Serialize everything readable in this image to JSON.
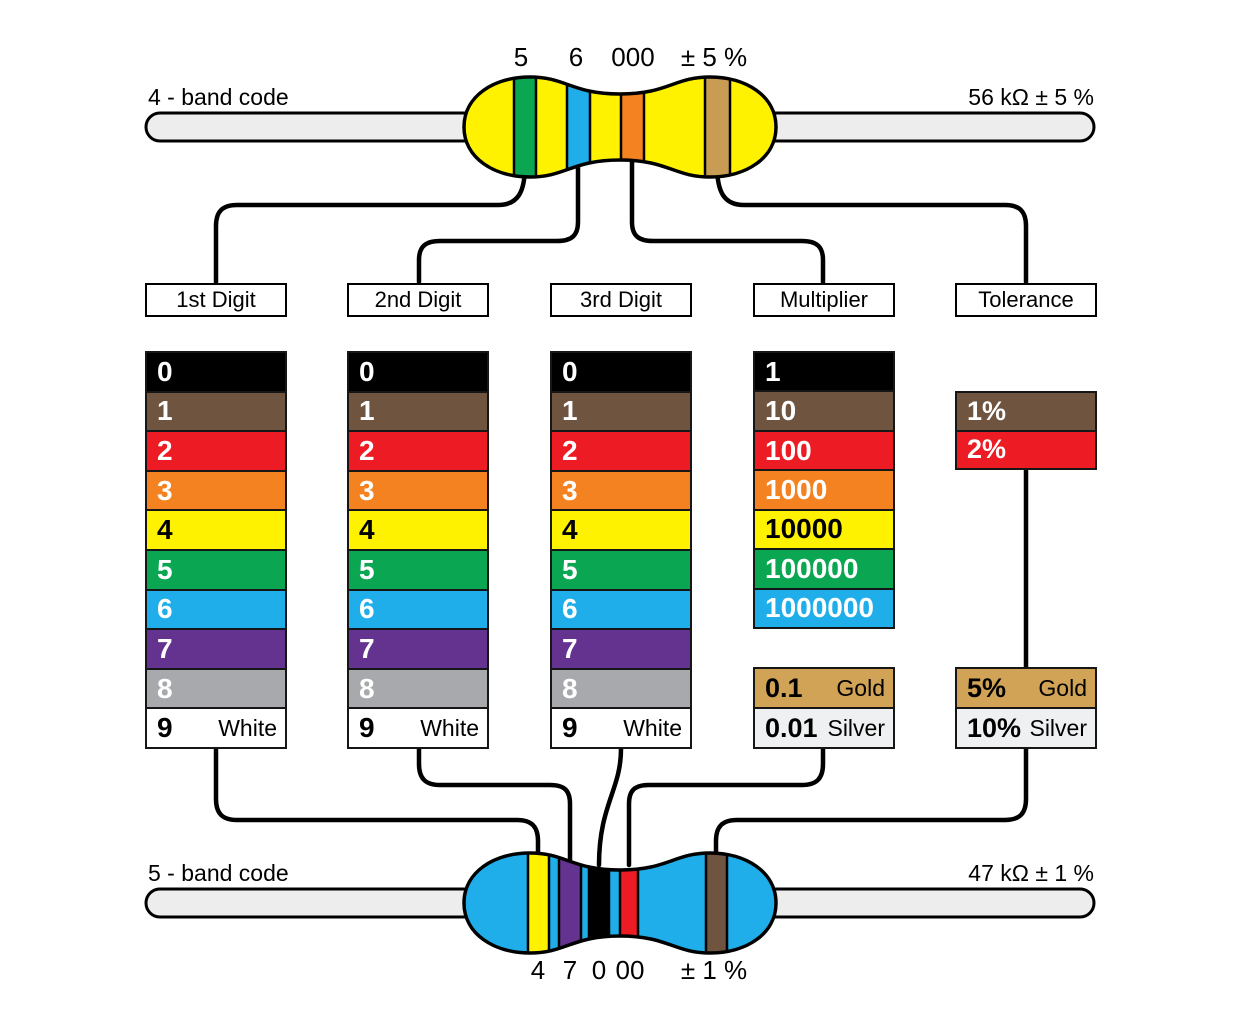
{
  "top_resistor": {
    "left_label": "4 - band code",
    "right_label": "56 kΩ ± 5 %",
    "band_labels": [
      "5",
      "6",
      "000",
      "± 5 %"
    ],
    "body_color": "#FFF200",
    "lead_color": "#EDEDEE",
    "bands": [
      {
        "name": "green",
        "color": "#0AA651"
      },
      {
        "name": "blue",
        "color": "#1FAEE9"
      },
      {
        "name": "orange",
        "color": "#F58220"
      },
      {
        "name": "gold",
        "color": "#C89C52"
      }
    ]
  },
  "bottom_resistor": {
    "left_label": "5 - band code",
    "right_label": "47 kΩ ± 1 %",
    "band_labels": [
      "4",
      "7",
      "0",
      "00",
      "± 1 %"
    ],
    "body_color": "#1FAEE9",
    "lead_color": "#EDEDEE",
    "bands": [
      {
        "name": "yellow",
        "color": "#FFF200"
      },
      {
        "name": "violet",
        "color": "#64338F"
      },
      {
        "name": "black",
        "color": "#000000"
      },
      {
        "name": "red",
        "color": "#ED1C24"
      },
      {
        "name": "brown",
        "color": "#6F5440"
      }
    ]
  },
  "digit_headers": [
    "1st Digit",
    "2nd Digit",
    "3rd Digit"
  ],
  "digit_rows": [
    {
      "digit": "0",
      "color_name": "black",
      "bg": "#000000",
      "fg": "#FFFFFF"
    },
    {
      "digit": "1",
      "color_name": "brown",
      "bg": "#6F5440",
      "fg": "#FFFFFF"
    },
    {
      "digit": "2",
      "color_name": "red",
      "bg": "#ED1C24",
      "fg": "#FFFFFF"
    },
    {
      "digit": "3",
      "color_name": "orange",
      "bg": "#F58220",
      "fg": "#FFFFFF"
    },
    {
      "digit": "4",
      "color_name": "yellow",
      "bg": "#FFF200",
      "fg": "#000000"
    },
    {
      "digit": "5",
      "color_name": "green",
      "bg": "#0AA651",
      "fg": "#FFFFFF"
    },
    {
      "digit": "6",
      "color_name": "blue",
      "bg": "#1FAEE9",
      "fg": "#FFFFFF"
    },
    {
      "digit": "7",
      "color_name": "violet",
      "bg": "#64338F",
      "fg": "#FFFFFF"
    },
    {
      "digit": "8",
      "color_name": "gray",
      "bg": "#A7A9AC",
      "fg": "#FFFFFF"
    },
    {
      "digit": "9",
      "color_name": "white",
      "bg": "#FFFFFF",
      "fg": "#000000",
      "note": "White"
    }
  ],
  "multiplier": {
    "header": "Multiplier",
    "rows": [
      {
        "value": "1",
        "bg": "#000000",
        "fg": "#FFFFFF"
      },
      {
        "value": "10",
        "bg": "#6F5440",
        "fg": "#FFFFFF"
      },
      {
        "value": "100",
        "bg": "#ED1C24",
        "fg": "#FFFFFF"
      },
      {
        "value": "1000",
        "bg": "#F58220",
        "fg": "#FFFFFF"
      },
      {
        "value": "10000",
        "bg": "#FFF200",
        "fg": "#000000"
      },
      {
        "value": "100000",
        "bg": "#0AA651",
        "fg": "#FFFFFF"
      },
      {
        "value": "1000000",
        "bg": "#1FAEE9",
        "fg": "#FFFFFF"
      }
    ],
    "extra": [
      {
        "value": "0.1",
        "name": "Gold",
        "bg": "#D0A356",
        "fg": "#000000"
      },
      {
        "value": "0.01",
        "name": "Silver",
        "bg": "#EFF0F1",
        "fg": "#000000"
      }
    ]
  },
  "tolerance": {
    "header": "Tolerance",
    "main": [
      {
        "value": "1%",
        "bg": "#6F5440",
        "fg": "#FFFFFF"
      },
      {
        "value": "2%",
        "bg": "#ED1C24",
        "fg": "#FFFFFF"
      }
    ],
    "extra": [
      {
        "value": "5%",
        "name": "Gold",
        "bg": "#D0A356",
        "fg": "#000000"
      },
      {
        "value": "10%",
        "name": "Silver",
        "bg": "#EFF0F1",
        "fg": "#000000"
      }
    ]
  }
}
